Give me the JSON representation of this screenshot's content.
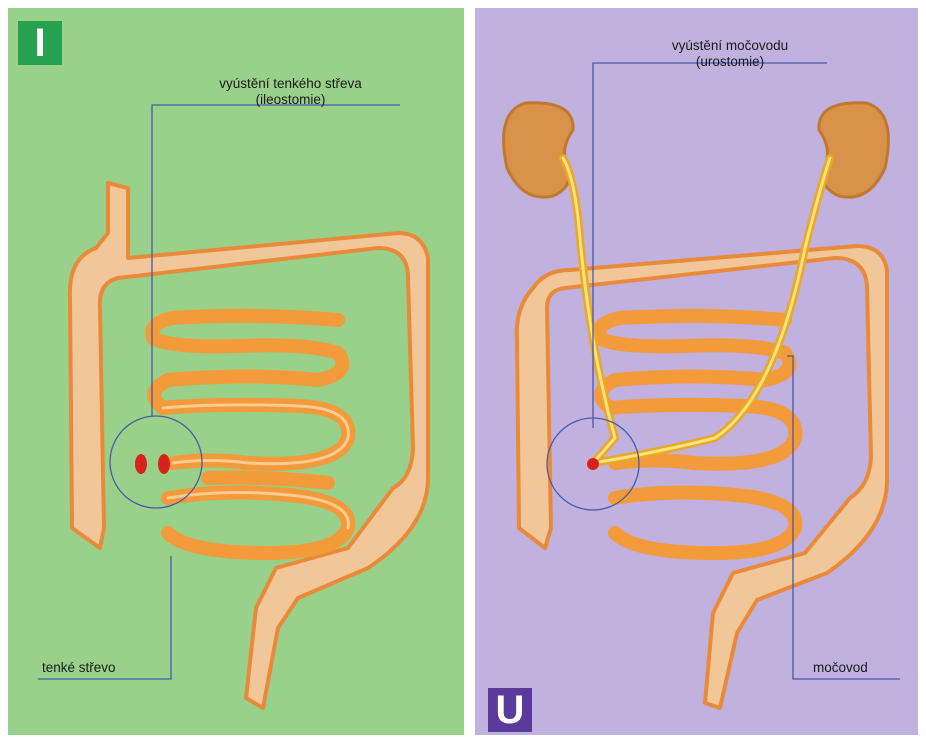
{
  "left_panel": {
    "badge": "I",
    "stoma_label": "vyústění tenkého střeva",
    "stoma_sublabel": "(ileostomie)",
    "bottom_label": "tenké střevo",
    "background": "#9ad18a",
    "badge_color": "#25a150"
  },
  "right_panel": {
    "badge": "U",
    "stoma_label": "vyústění močovodu",
    "stoma_sublabel": "(urostomie)",
    "side_label": "močovod",
    "background": "#c1b1de",
    "badge_color": "#5a3a9a"
  },
  "colors": {
    "colon": "#f1c79a",
    "small_intestine": "#f39a3a",
    "kidney": "#d8924a",
    "ureter": "#f8c93a",
    "stoma": "#d8221c",
    "leader_line": "#4a5aa8"
  }
}
